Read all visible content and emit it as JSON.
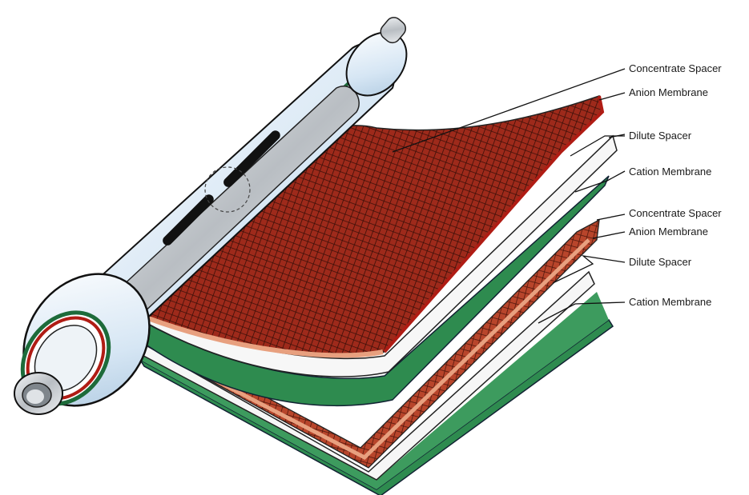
{
  "labels": {
    "concentrate_spacer_1": "Concentrate Spacer",
    "anion_membrane_1": "Anion Membrane",
    "dilute_spacer_1": "Dilute Spacer",
    "cation_membrane_1": "Cation Membrane",
    "concentrate_spacer_2": "Concentrate Spacer",
    "anion_membrane_2": "Anion Membrane",
    "dilute_spacer_2": "Dilute Spacer",
    "cation_membrane_2": "Cation Membrane"
  },
  "colors": {
    "spacer_red": "#9e2a1b",
    "mesh_dark": "#3a0f08",
    "spacer_edge": "#e8a07f",
    "membrane_green": "#2e8b4f",
    "dilute_white": "#f4f4f4",
    "roll_blue": "#dce9f5",
    "roll_steel": "#c9cdd1"
  }
}
